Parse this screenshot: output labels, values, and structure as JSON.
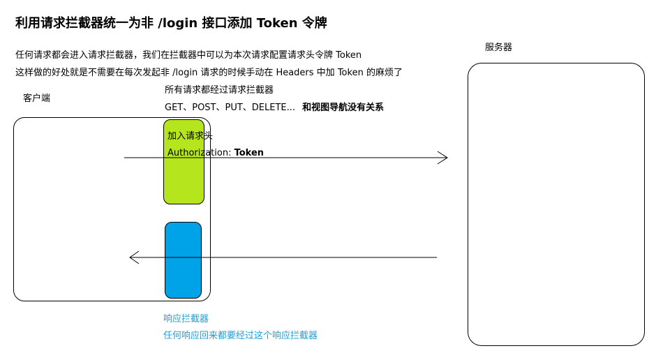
{
  "title": "利用请求拦截器统一为非 /login 接口添加 Token 令牌",
  "description": {
    "line1": "任何请求都会进入请求拦截器，我们在拦截器中可以为本次请求配置请求头令牌 Token",
    "line2": "这样做的好处就是不需要在每次发起非 /login 请求的时候手动在 Headers 中加 Token 的麻烦了"
  },
  "client": {
    "label": "客户端"
  },
  "server": {
    "label": "服务器"
  },
  "request_interceptor": {
    "note": "所有请求都经过请求拦截器",
    "methods": "GET、POST、PUT、DELETE...",
    "methods_note": "和视图导航没有关系",
    "header_label": "加入请求头",
    "header_key": "Authorization: ",
    "header_value": "Token",
    "color": "#b5e61d"
  },
  "response_interceptor": {
    "label": "响应拦截器",
    "note": "任何响应回来都要经过这个响应拦截器",
    "color": "#00a2e8"
  }
}
